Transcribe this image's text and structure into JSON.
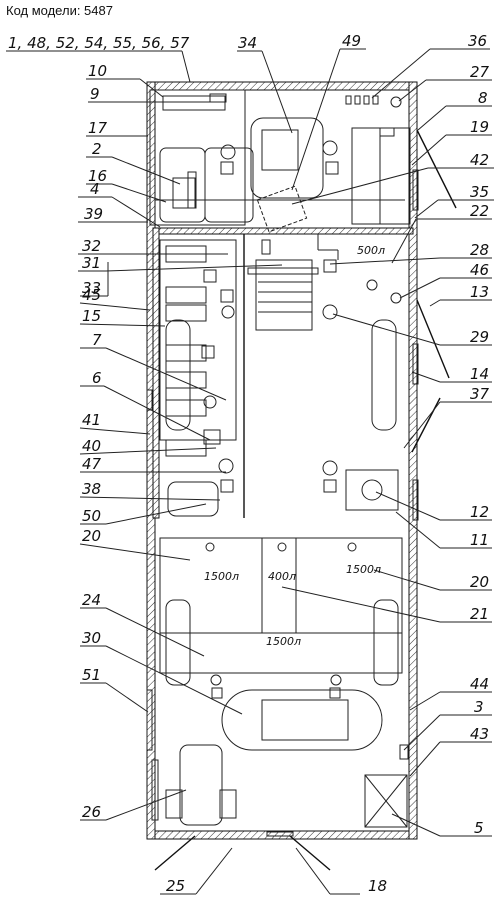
{
  "header": {
    "model_label": "Код модели: 5487"
  },
  "labels": {
    "l_1": "1, 48, 52, 54, 55, 56, 57",
    "l_34": "34",
    "l_49": "49",
    "l_36": "36",
    "l_10": "10",
    "l_27": "27",
    "l_9": "9",
    "l_8": "8",
    "l_17": "17",
    "l_19": "19",
    "l_2": "2",
    "l_42": "42",
    "l_16": "16",
    "l_35": "35",
    "l_4": "4",
    "l_22": "22",
    "l_39": "39",
    "l_32": "32",
    "l_28": "28",
    "l_31": "31",
    "l_46": "46",
    "l_33": "33",
    "l_13": "13",
    "l_45": "45",
    "l_15": "15",
    "l_29": "29",
    "l_7": "7",
    "l_14": "14",
    "l_6": "6",
    "l_37": "37",
    "l_41": "41",
    "l_40": "40",
    "l_47": "47",
    "l_38": "38",
    "l_12": "12",
    "l_50": "50",
    "l_11": "11",
    "l_20a": "20",
    "l_20b": "20",
    "l_21": "21",
    "l_24": "24",
    "l_30": "30",
    "l_51": "51",
    "l_44": "44",
    "l_3": "3",
    "l_43": "43",
    "l_26": "26",
    "l_5": "5",
    "l_25": "25",
    "l_18": "18"
  },
  "tanks": {
    "t500": "500л",
    "t1500a": "1500л",
    "t400": "400л",
    "t1500b": "1500л",
    "t1500c": "1500л"
  }
}
